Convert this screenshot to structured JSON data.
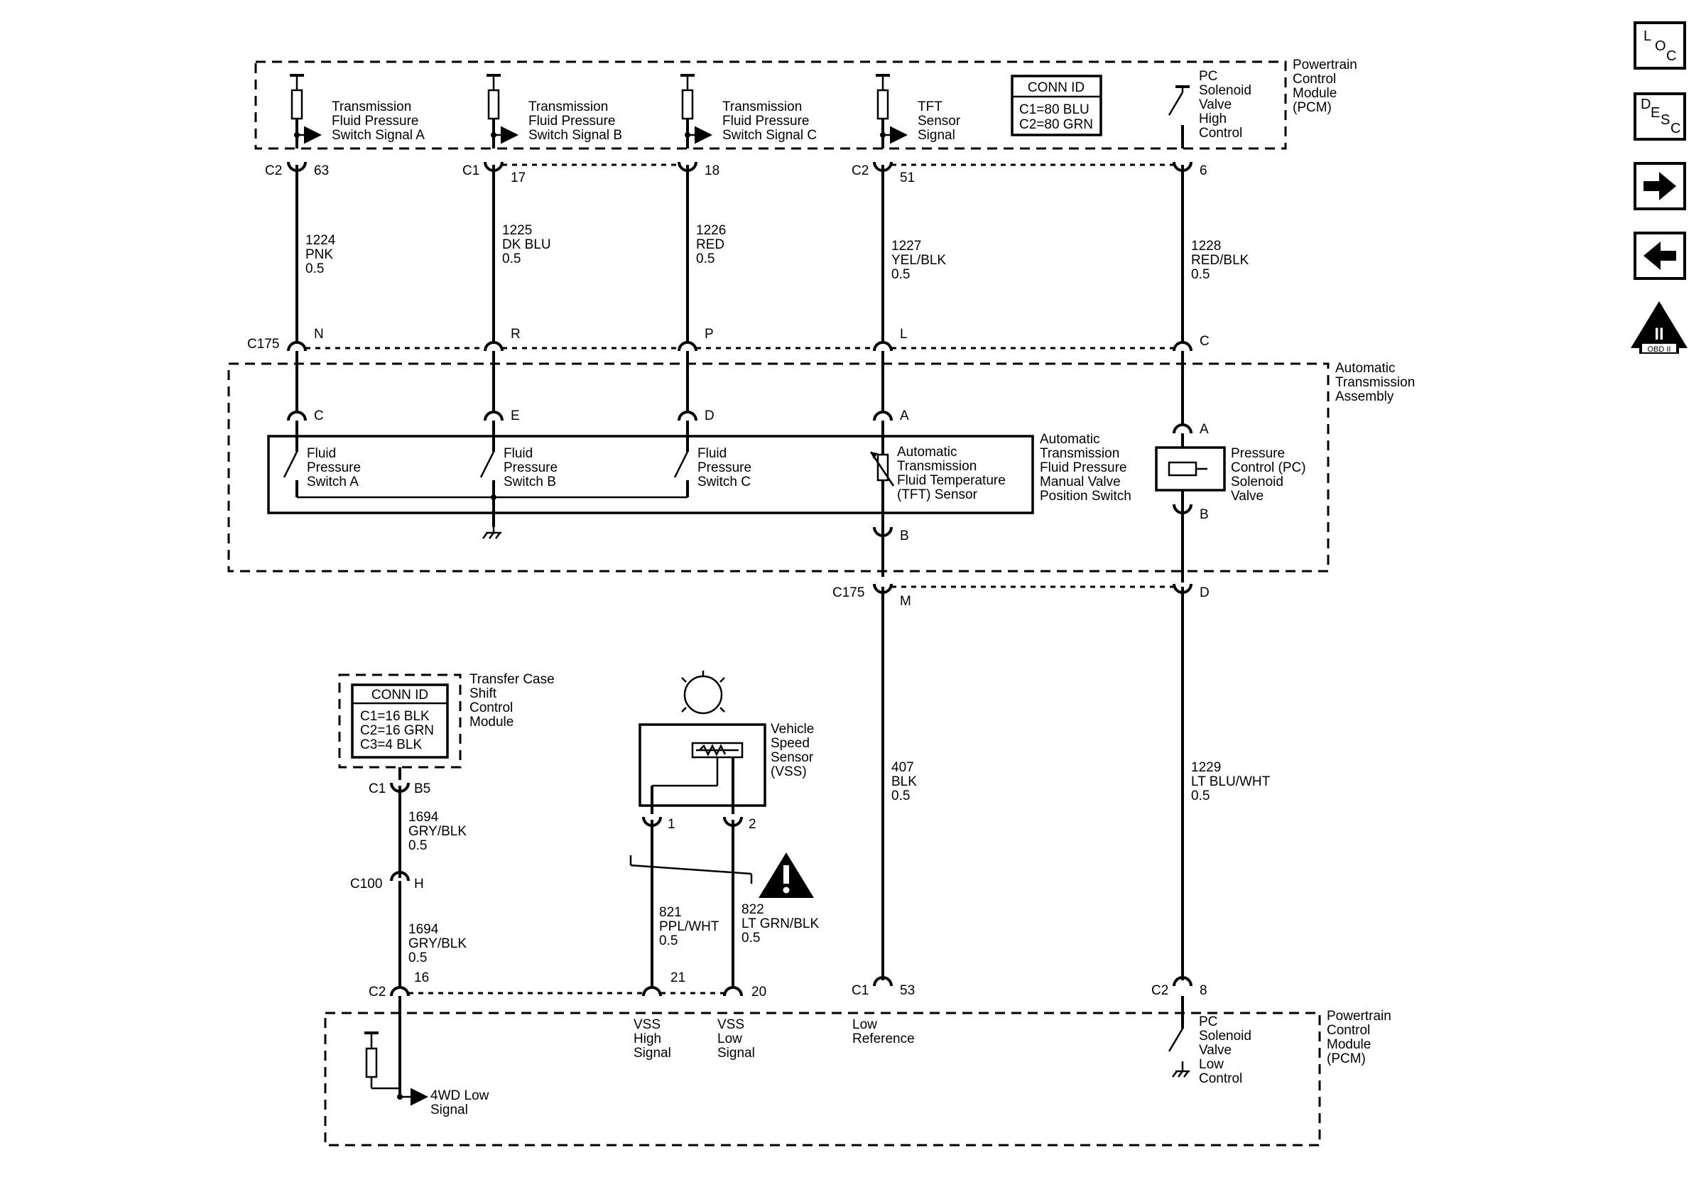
{
  "pcm_top": {
    "name": [
      "Powertrain",
      "Control",
      "Module",
      "(PCM)"
    ],
    "conn_id": {
      "title": "CONN ID",
      "rows": [
        "C1=80 BLU",
        "C2=80 GRN"
      ]
    },
    "signals": {
      "a": [
        "Transmission",
        "Fluid Pressure",
        "Switch Signal A"
      ],
      "b": [
        "Transmission",
        "Fluid Pressure",
        "Switch Signal B"
      ],
      "c": [
        "Transmission",
        "Fluid Pressure",
        "Switch Signal C"
      ],
      "tft": [
        "TFT",
        "Sensor",
        "Signal"
      ],
      "pc_high": [
        "PC",
        "Solenoid",
        "Valve",
        "High",
        "Control"
      ]
    }
  },
  "top_pins": {
    "c2a": "C2",
    "p63": "63",
    "c1a": "C1",
    "p17": "17",
    "p18": "18",
    "c2b": "C2",
    "p51": "51",
    "p6": "6"
  },
  "wires_top": [
    [
      "1224",
      "PNK",
      "0.5"
    ],
    [
      "1225",
      "DK BLU",
      "0.5"
    ],
    [
      "1226",
      "RED",
      "0.5"
    ],
    [
      "1227",
      "YEL/BLK",
      "0.5"
    ],
    [
      "1228",
      "RED/BLK",
      "0.5"
    ]
  ],
  "c175_top": {
    "label": "C175",
    "pins": [
      "N",
      "R",
      "P",
      "L",
      "C"
    ]
  },
  "trans_assembly": {
    "name": [
      "Automatic",
      "Transmission",
      "Assembly"
    ],
    "inner_pins": [
      "C",
      "E",
      "D",
      "A",
      "A",
      "B",
      "B"
    ],
    "switches": [
      [
        "Fluid",
        "Pressure",
        "Switch A"
      ],
      [
        "Fluid",
        "Pressure",
        "Switch B"
      ],
      [
        "Fluid",
        "Pressure",
        "Switch C"
      ]
    ],
    "tft_sensor": [
      "Automatic",
      "Transmission",
      "Fluid Temperature",
      "(TFT) Sensor"
    ],
    "manual_valve": [
      "Automatic",
      "Transmission",
      "Fluid Pressure",
      "Manual Valve",
      "Position Switch"
    ],
    "pc_solenoid": [
      "Pressure",
      "Control (PC)",
      "Solenoid",
      "Valve"
    ]
  },
  "c175_bottom": {
    "label": "C175",
    "pins": [
      "M",
      "D"
    ]
  },
  "wires_mid": [
    [
      "407",
      "BLK",
      "0.5"
    ],
    [
      "1229",
      "LT BLU/WHT",
      "0.5"
    ]
  ],
  "transfer_case": {
    "name": [
      "Transfer Case",
      "Shift",
      "Control",
      "Module"
    ],
    "conn_id": {
      "title": "CONN ID",
      "rows": [
        "C1=16 BLK",
        "C2=16 GRN",
        "C3=4 BLK"
      ]
    },
    "conn": "C1",
    "pin": "B5"
  },
  "wire_1694a": [
    "1694",
    "GRY/BLK",
    "0.5"
  ],
  "c100": {
    "label": "C100",
    "pin": "H"
  },
  "wire_1694b": [
    "1694",
    "GRY/BLK",
    "0.5"
  ],
  "vss": {
    "name": [
      "Vehicle",
      "Speed",
      "Sensor",
      "(VSS)"
    ],
    "pins": [
      "1",
      "2"
    ]
  },
  "wires_vss": [
    [
      "821",
      "PPL/WHT",
      "0.5"
    ],
    [
      "822",
      "LT GRN/BLK",
      "0.5"
    ]
  ],
  "bottom_pins": {
    "c2c": "C2",
    "p16": "16",
    "p21": "21",
    "p20": "20",
    "c1b": "C1",
    "p53": "53",
    "c2d": "C2",
    "p8": "8"
  },
  "pcm_bottom": {
    "name": [
      "Powertrain",
      "Control",
      "Module",
      "(PCM)"
    ],
    "signals": {
      "fourwd": [
        "4WD Low",
        "Signal"
      ],
      "vss_high": [
        "VSS",
        "High",
        "Signal"
      ],
      "vss_low": [
        "VSS",
        "Low",
        "Signal"
      ],
      "low_ref": [
        "Low",
        "Reference"
      ],
      "pc_low": [
        "PC",
        "Solenoid",
        "Valve",
        "Low",
        "Control"
      ]
    }
  },
  "nav": {
    "loc": [
      "L",
      "O",
      "C"
    ],
    "desc": [
      "D",
      "E",
      "S",
      "C"
    ],
    "obd": [
      "II",
      "OBD II"
    ]
  },
  "icons": [
    "next-arrow-icon",
    "previous-arrow-icon",
    "warning-icon",
    "ground-icon",
    "obd-ii-icon"
  ]
}
